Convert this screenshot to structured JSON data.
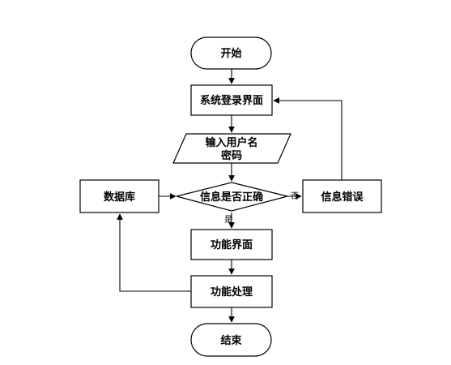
{
  "nodes": {
    "start": "开始",
    "login_screen": "系统登录界面",
    "input_line1": "输入用户名",
    "input_line2": "密码",
    "decision": "信息是否正确",
    "database": "数据库",
    "error": "信息错误",
    "function_screen": "功能界面",
    "function_process": "功能处理",
    "end": "结束"
  },
  "edge_labels": {
    "yes": "是",
    "no": "否"
  }
}
